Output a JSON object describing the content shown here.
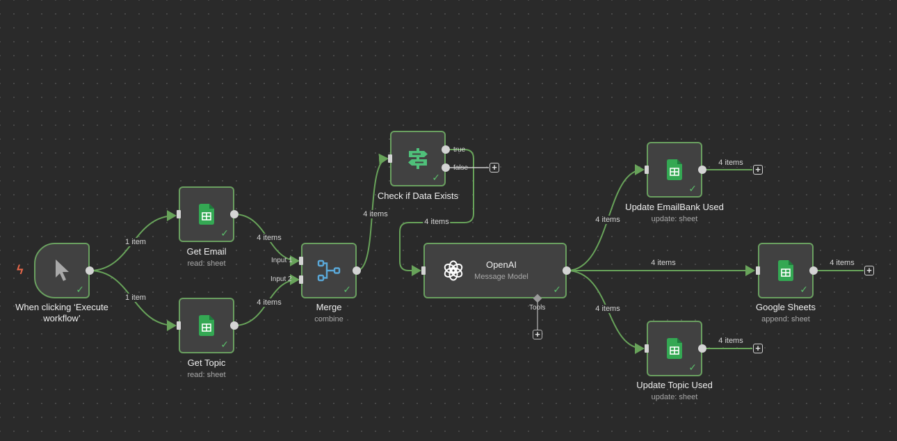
{
  "nodes": {
    "trigger": {
      "title_line1": "When clicking ‘Execute",
      "title_line2": "workflow’",
      "icon": "cursor-icon"
    },
    "get_email": {
      "title": "Get Email",
      "subtitle": "read: sheet",
      "icon": "google-sheets-icon"
    },
    "get_topic": {
      "title": "Get Topic",
      "subtitle": "read: sheet",
      "icon": "google-sheets-icon"
    },
    "merge": {
      "title": "Merge",
      "subtitle": "combine",
      "input1": "Input 1",
      "input2": "Input 2",
      "icon": "merge-icon"
    },
    "check": {
      "title": "Check if Data Exists",
      "true_label": "true",
      "false_label": "false",
      "icon": "signpost-icon"
    },
    "openai": {
      "title": "OpenAI",
      "subtitle": "Message Model",
      "tools_label": "Tools",
      "icon": "openai-icon"
    },
    "update_email": {
      "title": "Update EmailBank Used",
      "subtitle": "update: sheet",
      "icon": "google-sheets-icon"
    },
    "google_sheets": {
      "title": "Google Sheets",
      "subtitle": "append: sheet",
      "icon": "google-sheets-icon"
    },
    "update_topic": {
      "title": "Update Topic Used",
      "subtitle": "update: sheet",
      "icon": "google-sheets-icon"
    }
  },
  "edge_labels": {
    "trigger_to_email": "1 item",
    "trigger_to_topic": "1 item",
    "email_to_merge": "4 items",
    "topic_to_merge": "4 items",
    "merge_to_check": "4 items",
    "check_to_openai": "4 items",
    "openai_to_update_email": "4 items",
    "openai_to_sheets": "4 items",
    "openai_to_update_topic": "4 items",
    "update_email_out": "4 items",
    "sheets_out": "4 items",
    "update_topic_out": "4 items"
  },
  "colors": {
    "edge": "#68a35a",
    "node_border": "#6aa060",
    "success_check": "#5bbf6a",
    "sheets_green": "#34a853",
    "merge_blue": "#5aa8d8",
    "bolt": "#e8684a"
  }
}
